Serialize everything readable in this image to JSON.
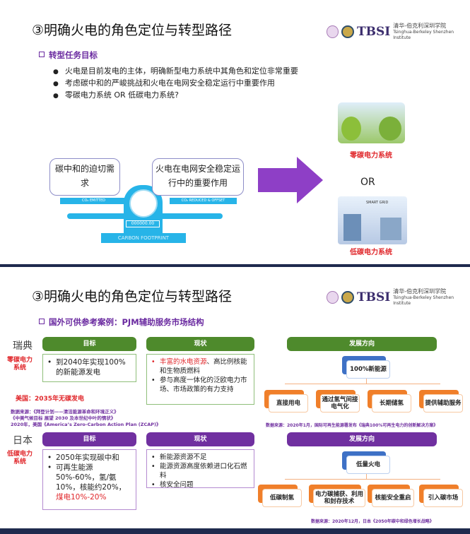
{
  "slide1": {
    "title": "③明确火电的角色定位与转型路径",
    "logo": {
      "text": "TBSI",
      "subtext": "清华-伯克利深圳学院",
      "subtext_en": "Tsinghua-Berkeley Shenzhen Institute"
    },
    "subtitle": "转型任务目标",
    "bullets": [
      "火电是目前发电的主体，明确新型电力系统中其角色和定位非常重要",
      "考虑碳中和的严峻挑战和火电在电网安全稳定运行中重要作用",
      "零碳电力系统 OR 低碳电力系统?"
    ],
    "scale": {
      "left": "碳中和的迫切需求",
      "right": "火电在电网安全稳定运行中的重要作用",
      "left_pan": "CO₂ EMITTED",
      "right_pan": "CO₂ REDUCED & OFFSET",
      "counter": "000000.00",
      "base": "CARBON FOOTPRINT"
    },
    "option1": "零碳电力系统",
    "or": "OR",
    "option2": "低碳电力系统",
    "smart_grid": "SMART GRID"
  },
  "slide2": {
    "title": "③明确火电的角色定位与转型路径",
    "subtitle": "国外可供参考案例：PJM辅助服务市场结构",
    "sweden": {
      "country": "瑞典",
      "label": "零碳电力系统",
      "goal_header": "目标",
      "goal": [
        "到2040年实现100%的新能源发电"
      ],
      "status_header": "现状",
      "status_red": "丰富的水电资源",
      "status1_rest": "、高比例核能和生物质燃料",
      "status2": "参与高度一体化的泛欧电力市场、市场政策的有力支持"
    },
    "usa": "美国：2035年无碳发电",
    "sources_left": [
      "数据来源：《拜登计划——清洁能源革命和环境正义》",
      "《中美气候目标 展望 2030 及本世纪中叶的情状》",
      "2020年，美国《America’s Zero-Carbon Action Plan (ZCAP)》"
    ],
    "japan": {
      "country": "日本",
      "label": "低碳电力系统",
      "goal_header": "目标",
      "goal1": "2050年实现碳中和",
      "goal2": "可再生能源50%-60%，氢/氨10%，核能约20%，",
      "goal2_red": "煤电10%-20%",
      "status_header": "现状",
      "status": [
        "新能源资源不足",
        "能源资源高度依赖进口化石燃料",
        "核安全问题"
      ]
    },
    "sweden_dir": {
      "header": "发展方向",
      "root": "100%新能源",
      "children": [
        "直接用电",
        "通过氢气间接电气化",
        "长期储氢",
        "提供辅助服务"
      ],
      "source": "数据来源：2020年1月，国际可再生能源署发布《瑞典100%可再生电力的创新解决方案》"
    },
    "japan_dir": {
      "header": "发展方向",
      "root": "低量火电",
      "children": [
        "低碳制氢",
        "电力碳捕获、利用和封存技术",
        "核能安全重启",
        "引入碳市场"
      ],
      "source": "数据来源：2020年12月，日本《2050年碳中和绿色增长战略》"
    }
  }
}
